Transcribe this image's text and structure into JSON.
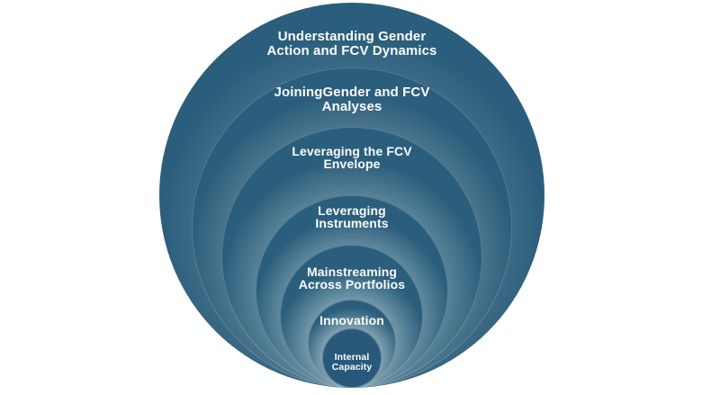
{
  "diagram": {
    "type": "nested-circles",
    "description": "Concentric bottom-aligned circles, largest to smallest",
    "colors": {
      "background": "#FFFFFF",
      "dark_teal": "#2B5E7C",
      "light_teal_glow": "#8BA9B6",
      "innermost_fill": "#28597B",
      "text": "#FFFFFF"
    },
    "rings": [
      {
        "order": 1,
        "label": "Understanding Gender\nAction and FCV Dynamics"
      },
      {
        "order": 2,
        "label": "JoiningGender and FCV\nAnalyses"
      },
      {
        "order": 3,
        "label": "Leveraging the FCV\nEnvelope"
      },
      {
        "order": 4,
        "label": "Leveraging\nInstruments"
      },
      {
        "order": 5,
        "label": "Mainstreaming\nAcross Portfolios"
      },
      {
        "order": 6,
        "label": "Innovation"
      },
      {
        "order": 7,
        "label": "Internal\nCapacity"
      }
    ]
  }
}
